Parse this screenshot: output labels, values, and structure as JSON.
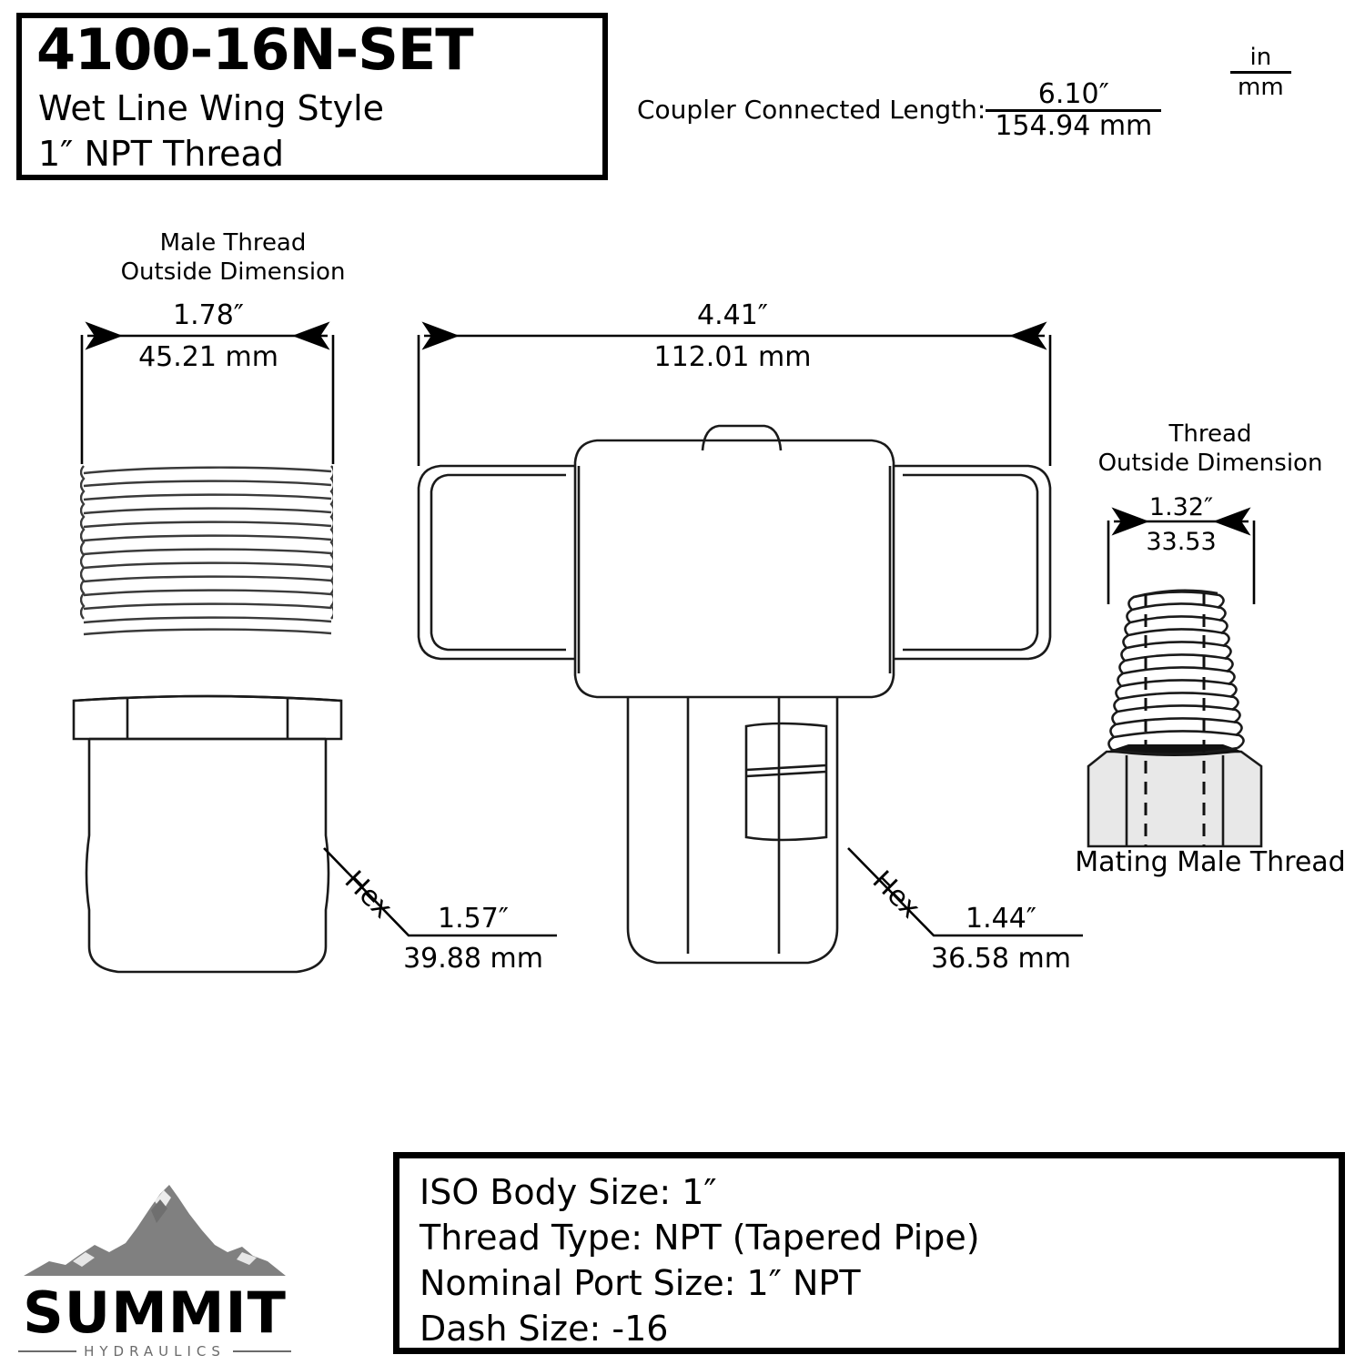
{
  "title_block": {
    "part_number": "4100-16N-SET",
    "subtitle_1": "Wet Line Wing Style",
    "subtitle_2": "1″ NPT Thread"
  },
  "connected_length": {
    "label": "Coupler Connected Length:",
    "inches": "6.10″",
    "mm": "154.94 mm"
  },
  "units_key": {
    "top": "in",
    "bottom": "mm"
  },
  "labels": {
    "male_thread": "Male Thread\nOutside Dimension",
    "male_thread_line1": "Male Thread",
    "male_thread_line2": "Outside Dimension",
    "thread_od_line1": "Thread",
    "thread_od_line2": "Outside Dimension",
    "mating_male_thread": "Mating Male Thread",
    "hex": "Hex"
  },
  "dimensions": {
    "male_thread_od": {
      "inches": "1.78″",
      "mm": "45.21 mm"
    },
    "overall_length": {
      "inches": "4.41″",
      "mm": "112.01 mm"
    },
    "mating_thread_od": {
      "inches": "1.32″",
      "mm": "33.53"
    },
    "hex_left": {
      "inches": "1.57″",
      "mm": "39.88 mm"
    },
    "hex_right": {
      "inches": "1.44″",
      "mm": "36.58 mm"
    }
  },
  "spec_box": {
    "lines": [
      "ISO Body Size: 1″",
      "Thread Type: NPT (Tapered Pipe)",
      "Nominal Port Size: 1″ NPT",
      "Dash Size: -16"
    ]
  },
  "logo": {
    "wordmark": "SUMMIT",
    "subtext": "HYDRAULICS"
  },
  "colors": {
    "line": "#1a1a1a",
    "thread_line": "#3a3a3a",
    "hex_fill": "#e8e8e8",
    "logo_gray": "#6b6b6b",
    "logo_mountain": "#808080",
    "background": "#ffffff"
  }
}
